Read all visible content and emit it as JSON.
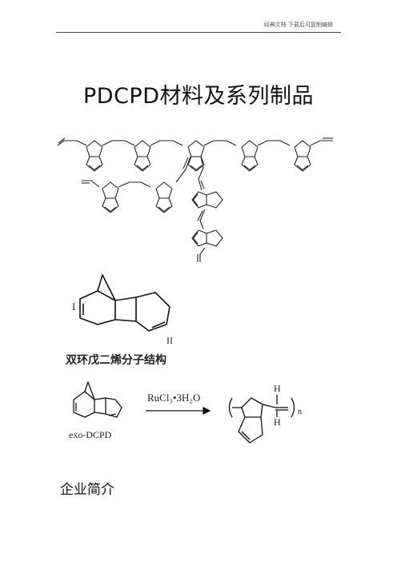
{
  "header": {
    "text": "经典文档 下载后可复制编辑"
  },
  "title": "PDCPD材料及系列制品",
  "structure_labels": {
    "double_bond_1": "I",
    "double_bond_2": "II"
  },
  "caption": "双环戊二烯分子结构",
  "reaction": {
    "catalyst": "RuCl₃•3H₂O",
    "monomer": "exo-DCPD",
    "h_top": "H",
    "h_bottom": "H",
    "subscript": "n"
  },
  "section_heading": "企业简介"
}
